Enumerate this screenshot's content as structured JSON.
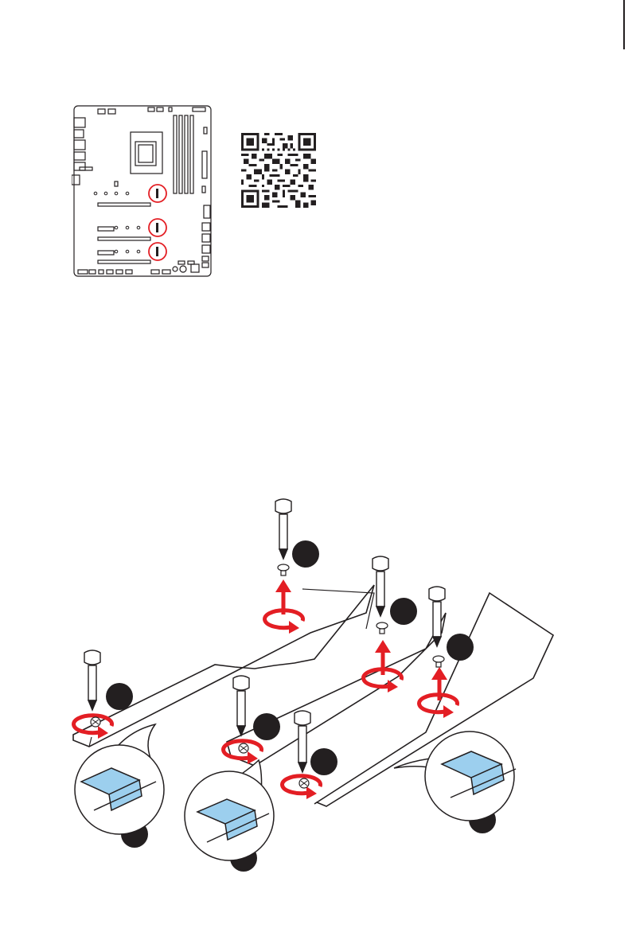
{
  "figures": [
    {
      "name": "motherboard-layout",
      "highlighted_slots": 3
    },
    {
      "name": "qr-code"
    },
    {
      "name": "m2-shield-removal",
      "steps_shown": 3
    }
  ],
  "colors": {
    "line": "#231f20",
    "highlight": "#e31e24",
    "thermal_pad": "#9ccfee"
  },
  "icons": [
    "screwdriver-icon",
    "screw-icon",
    "rotate-arrow-icon",
    "lift-arrow-icon"
  ]
}
